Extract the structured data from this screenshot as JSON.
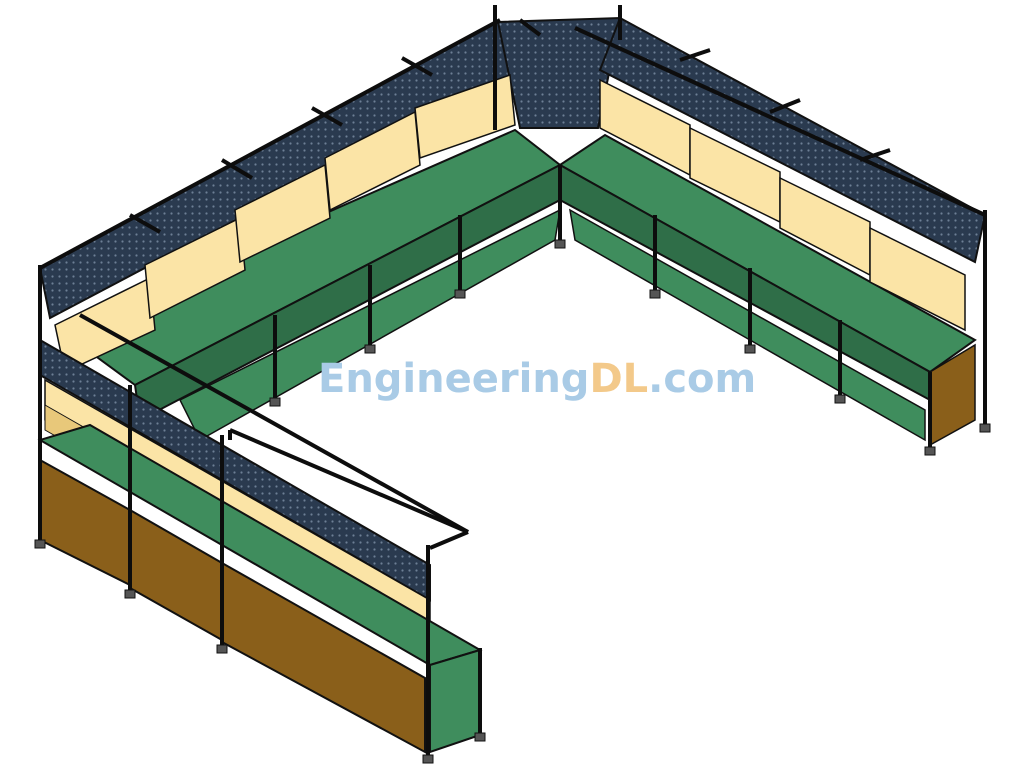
{
  "scene": {
    "subject": "u-shaped-workbench-assembly",
    "colors": {
      "frame": "#0d0d0d",
      "worktop": "#3f8d5d",
      "worktop_dark": "#2f6e48",
      "shelf": "#fbe4a6",
      "shelf_edge": "#e8c87a",
      "pegboard": "#2a3a4f",
      "pegboard_hole": "#6d7f95",
      "cabinet": "#8a5f1a",
      "background": "#ffffff"
    }
  },
  "watermark": {
    "part1": "Engineering",
    "part2": "DL",
    "part3": ".com"
  }
}
